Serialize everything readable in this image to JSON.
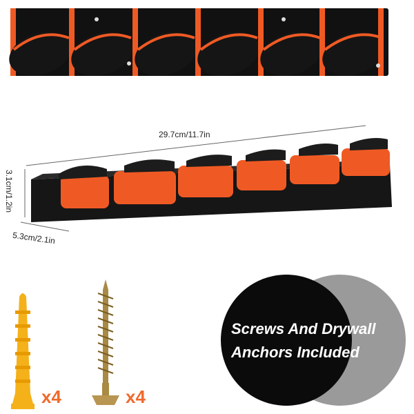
{
  "dimensions": {
    "length": "29.7cm/11.7in",
    "height": "3.1cm/1.2in",
    "depth": "5.3cm/2.1in"
  },
  "accessories": {
    "anchor_qty": "x4",
    "screw_qty": "x4"
  },
  "badge": {
    "line1": "Screws And Drywall",
    "line2": "Anchors Included"
  },
  "colors": {
    "accent_orange": "#ef5a24",
    "body_black": "#111111",
    "anchor_yellow": "#f4b11a",
    "screw_brass": "#a98a45",
    "badge_black": "#0b0b0b",
    "badge_grey": "#9a9a9a"
  }
}
